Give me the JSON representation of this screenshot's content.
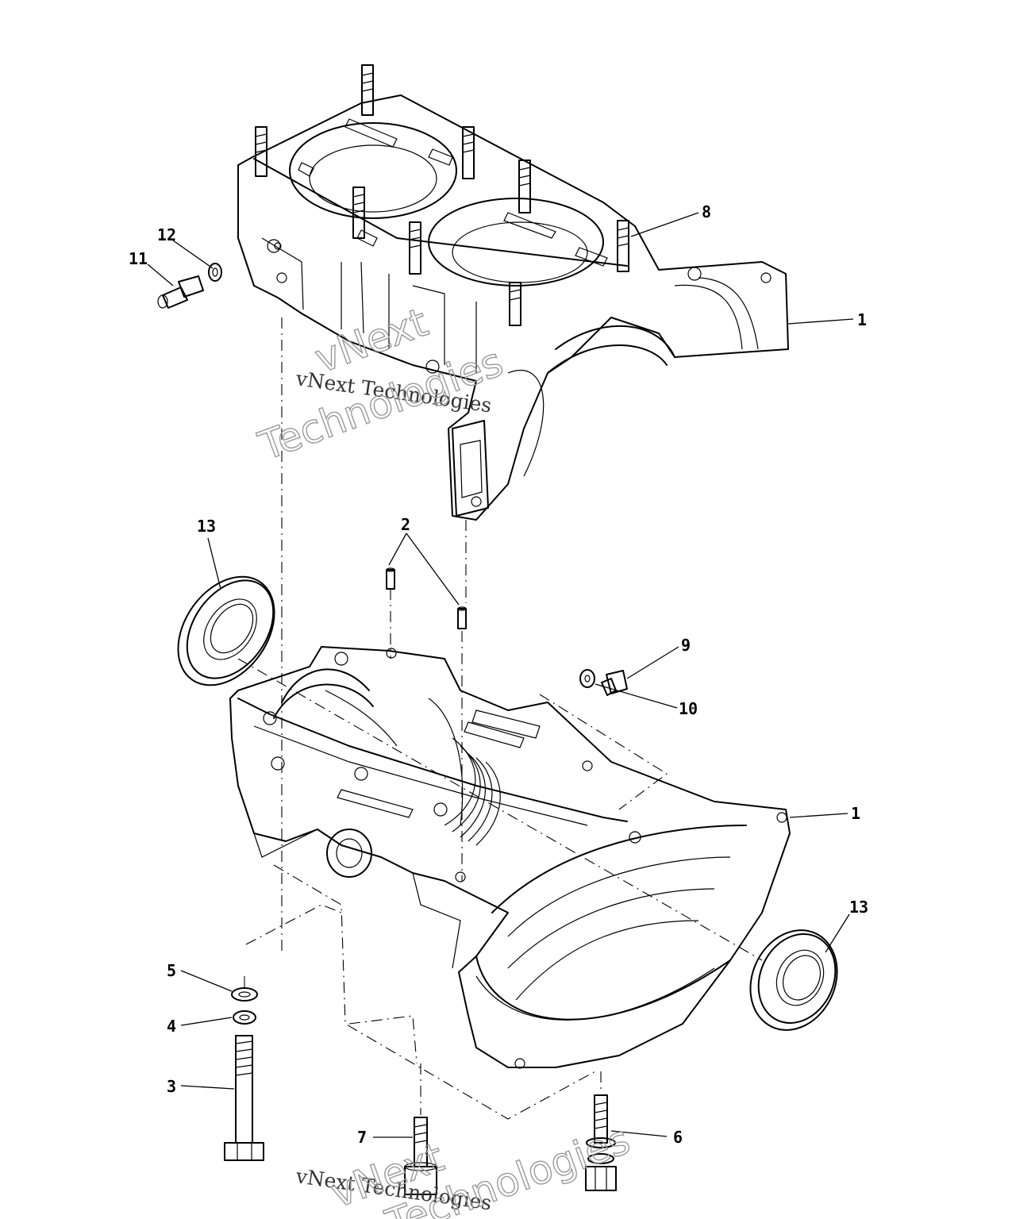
{
  "callouts": {
    "c1_upper": "1",
    "c1_lower": "1",
    "c2": "2",
    "c3": "3",
    "c4": "4",
    "c5": "5",
    "c6": "6",
    "c7": "7",
    "c8": "8",
    "c9": "9",
    "c10": "10",
    "c11": "11",
    "c12": "12",
    "c13_left": "13",
    "c13_right": "13"
  },
  "watermark": {
    "solid": "vNext Technologies",
    "outline_line1": "vNext",
    "outline_line2": "Technologies"
  }
}
